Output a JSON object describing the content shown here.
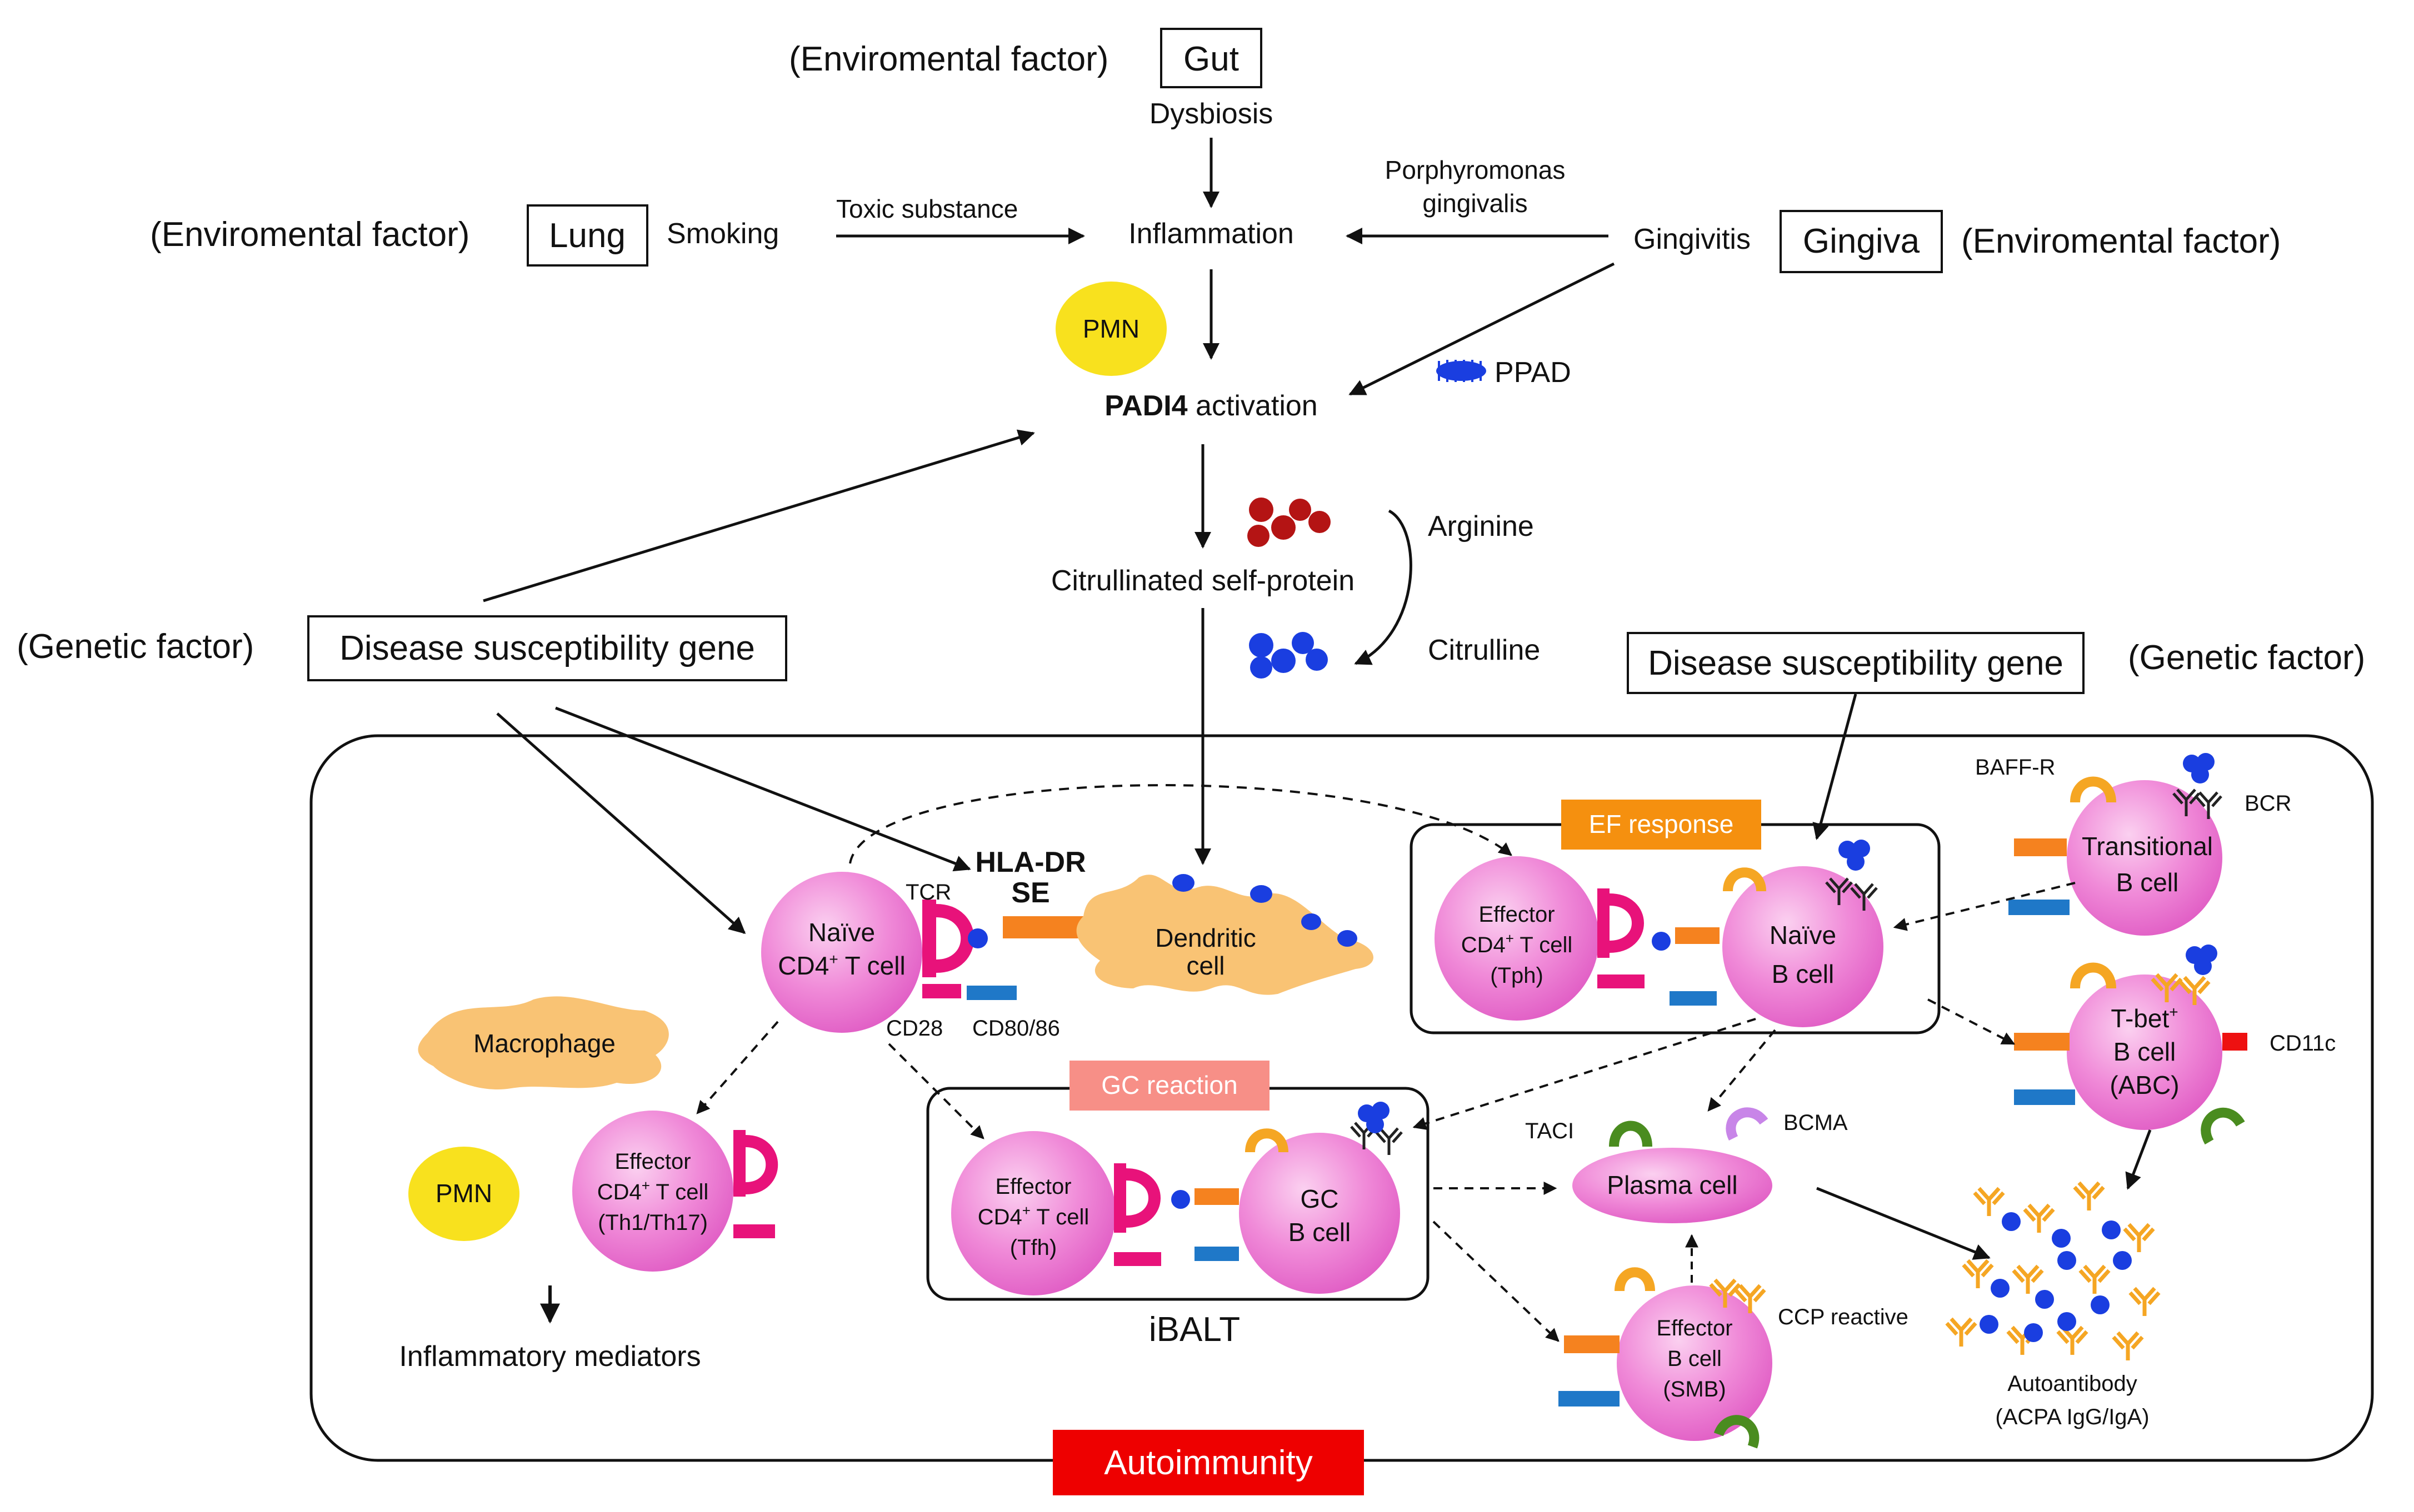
{
  "top": {
    "env_gut_label": "(Enviromental factor)",
    "gut": "Gut",
    "dysbiosis": "Dysbiosis",
    "env_lung_label": "(Enviromental factor)",
    "lung": "Lung",
    "smoking": "Smoking",
    "toxic": "Toxic substance",
    "inflammation": "Inflammation",
    "porph_line1": "Porphyromonas",
    "porph_line2": "gingivalis",
    "gingivitis": "Gingivitis",
    "gingiva": "Gingiva",
    "env_gingiva_label": "(Enviromental factor)",
    "pmn": "PMN",
    "padi4": "PADI4",
    "activation": " activation",
    "ppad": "PPAD",
    "arginine": "Arginine",
    "citrullinated": "Citrullinated self-protein",
    "citrulline": "Citrulline"
  },
  "genetic_left": {
    "label": "(Genetic factor)",
    "box": "Disease susceptibility gene"
  },
  "genetic_right": {
    "label": "(Genetic factor)",
    "box": "Disease susceptibility gene"
  },
  "autoimmunity": {
    "title": "Autoimmunity",
    "title_color": "#ee0000",
    "cell_color": "#f08ad8",
    "naive_t_line1": "Naïve",
    "naive_t_line2": "CD4",
    "naive_t_line3": " T cell",
    "tcr": "TCR",
    "hla_line1": "HLA-DR",
    "hla_line2": "SE",
    "dendritic_line1": "Dendritic",
    "dendritic_line2": "cell",
    "cd28": "CD28",
    "cd80": "CD80/86",
    "macrophage": "Macrophage",
    "pmn": "PMN",
    "eff_th_line1": "Effector",
    "eff_th_line2": "CD4",
    "eff_th_line3": " T cell",
    "eff_th_line4": "(Th1/Th17)",
    "inflammatory": "Inflammatory mediators",
    "gc_reaction": "GC reaction",
    "eff_tfh_line1": "Effector",
    "eff_tfh_line2": "CD4",
    "eff_tfh_line3": " T cell",
    "eff_tfh_line4": "(Tfh)",
    "gc_b_line1": "GC",
    "gc_b_line2": "B cell",
    "ibalt": "iBALT",
    "ef_response": "EF response",
    "eff_tph_line1": "Effector",
    "eff_tph_line2": "CD4",
    "eff_tph_line3": " T cell",
    "eff_tph_line4": "(Tph)",
    "naive_b_line1": "Naïve",
    "naive_b_line2": "B cell",
    "baffr": "BAFF-R",
    "bcr": "BCR",
    "trans_line1": "Transitional",
    "trans_line2": "B cell",
    "tbet_line1": "T-bet",
    "tbet_line2": "B cell",
    "tbet_line3": "(ABC)",
    "cd11c": "CD11c",
    "taci": "TACI",
    "bcma": "BCMA",
    "plasma": "Plasma cell",
    "eff_b_line1": "Effector",
    "eff_b_line2": "B cell",
    "eff_b_line3": "(SMB)",
    "ccp": "CCP reactive",
    "autoantibody_line1": "Autoantibody",
    "autoantibody_line2": "(ACPA IgG/IgA)",
    "plus": "+"
  }
}
